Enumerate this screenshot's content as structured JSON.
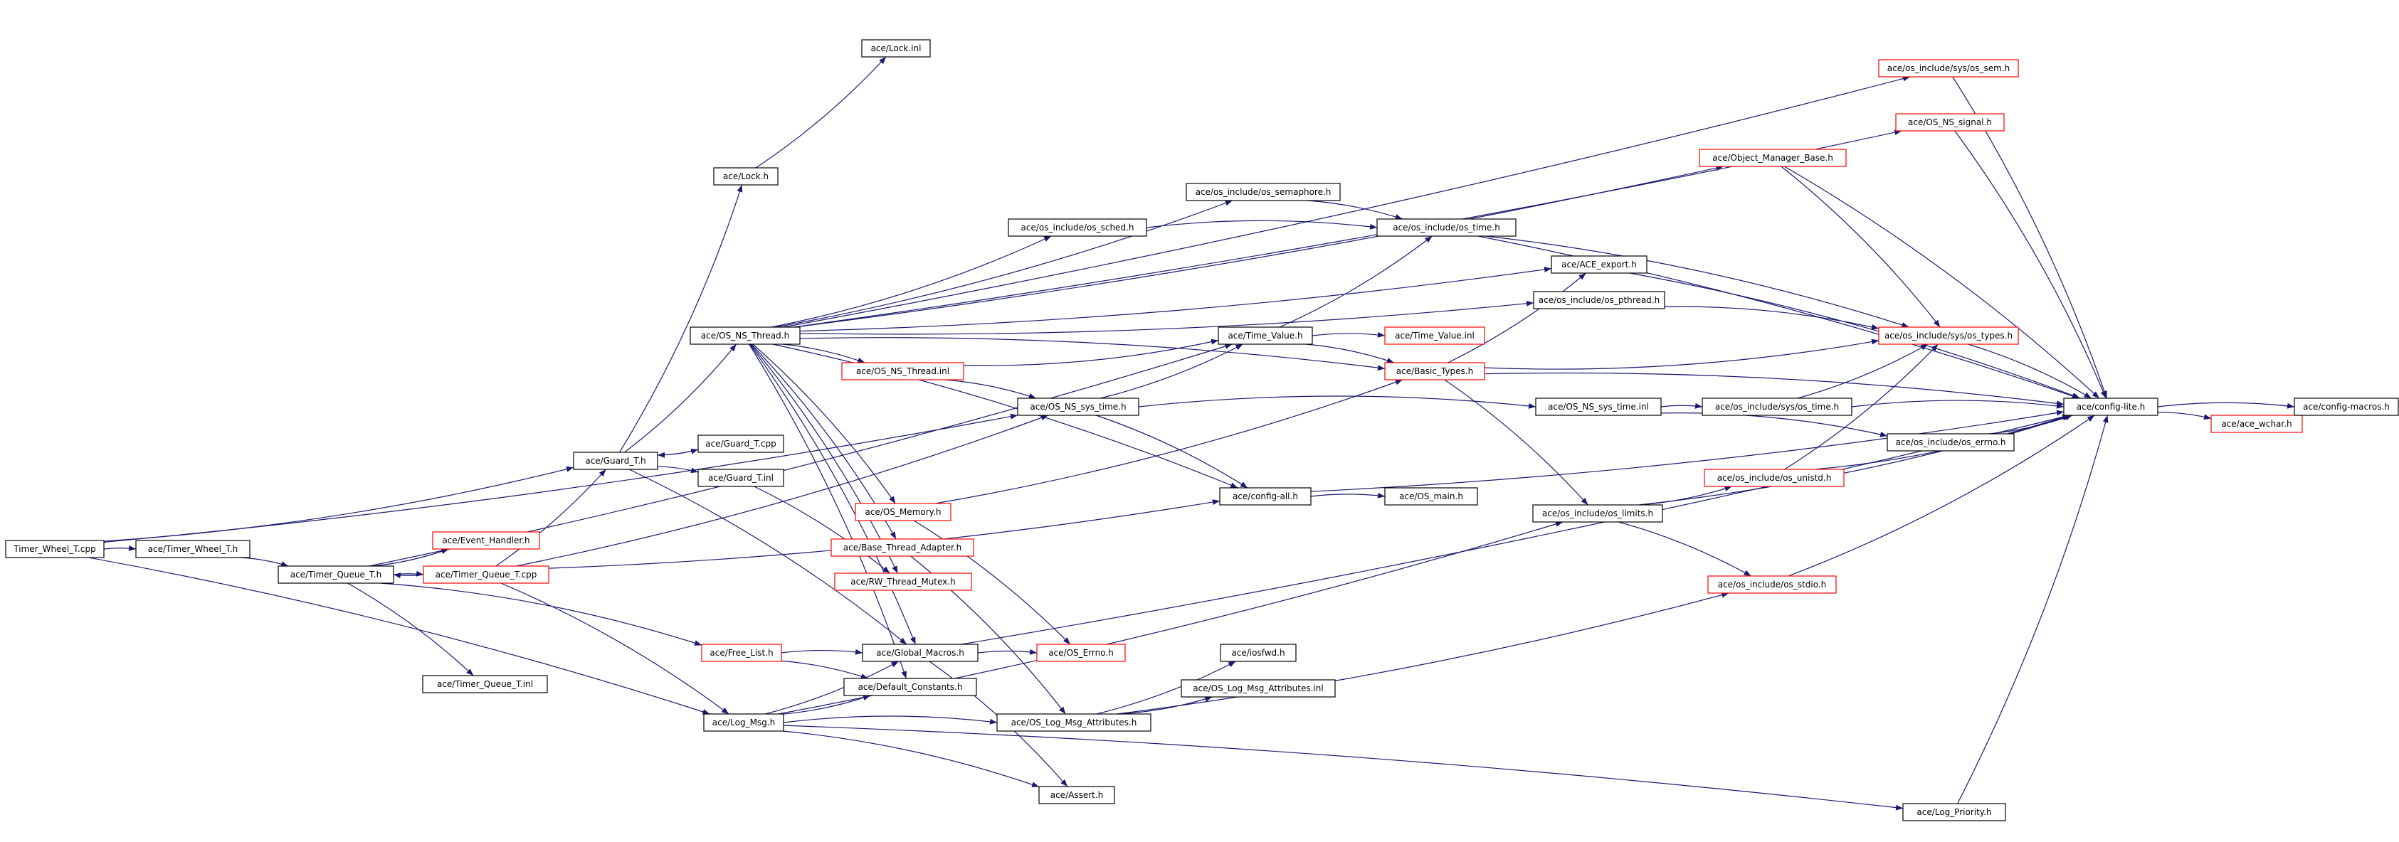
{
  "colors": {
    "edge": "#191970",
    "box_border": "#000000",
    "box_border_incomplete": "#ff0000",
    "root_fill": "#bfbfbf",
    "node_fill": "#ffffff"
  },
  "nodes": [
    {
      "id": "timer_wheel_cpp",
      "label": "Timer_Wheel_T.cpp",
      "style": "root"
    },
    {
      "id": "timer_wheel_h",
      "label": "ace/Timer_Wheel_T.h",
      "style": "normal"
    },
    {
      "id": "timer_queue_h",
      "label": "ace/Timer_Queue_T.h",
      "style": "normal"
    },
    {
      "id": "event_handler",
      "label": "ace/Event_Handler.h",
      "style": "incomplete"
    },
    {
      "id": "timer_queue_cpp",
      "label": "ace/Timer_Queue_T.cpp",
      "style": "incomplete"
    },
    {
      "id": "timer_queue_inl",
      "label": "ace/Timer_Queue_T.inl",
      "style": "normal"
    },
    {
      "id": "guard_h",
      "label": "ace/Guard_T.h",
      "style": "normal"
    },
    {
      "id": "guard_cpp",
      "label": "ace/Guard_T.cpp",
      "style": "normal"
    },
    {
      "id": "guard_inl",
      "label": "ace/Guard_T.inl",
      "style": "normal"
    },
    {
      "id": "lock_h",
      "label": "ace/Lock.h",
      "style": "normal"
    },
    {
      "id": "lock_inl",
      "label": "ace/Lock.inl",
      "style": "normal"
    },
    {
      "id": "os_ns_thread_h",
      "label": "ace/OS_NS_Thread.h",
      "style": "normal"
    },
    {
      "id": "os_ns_thread_inl",
      "label": "ace/OS_NS_Thread.inl",
      "style": "incomplete"
    },
    {
      "id": "os_memory",
      "label": "ace/OS_Memory.h",
      "style": "incomplete"
    },
    {
      "id": "base_thread_adapter",
      "label": "ace/Base_Thread_Adapter.h",
      "style": "incomplete"
    },
    {
      "id": "rw_thread_mutex",
      "label": "ace/RW_Thread_Mutex.h",
      "style": "incomplete"
    },
    {
      "id": "free_list",
      "label": "ace/Free_List.h",
      "style": "incomplete"
    },
    {
      "id": "global_macros",
      "label": "ace/Global_Macros.h",
      "style": "normal"
    },
    {
      "id": "default_constants",
      "label": "ace/Default_Constants.h",
      "style": "normal"
    },
    {
      "id": "log_msg",
      "label": "ace/Log_Msg.h",
      "style": "normal"
    },
    {
      "id": "os_errno",
      "label": "ace/OS_Errno.h",
      "style": "incomplete"
    },
    {
      "id": "iosfwd",
      "label": "ace/iosfwd.h",
      "style": "normal"
    },
    {
      "id": "os_log_msg_attr_inl",
      "label": "ace/OS_Log_Msg_Attributes.inl",
      "style": "normal"
    },
    {
      "id": "os_log_msg_attr_h",
      "label": "ace/OS_Log_Msg_Attributes.h",
      "style": "normal"
    },
    {
      "id": "assert_h",
      "label": "ace/Assert.h",
      "style": "normal"
    },
    {
      "id": "log_priority",
      "label": "ace/Log_Priority.h",
      "style": "normal"
    },
    {
      "id": "os_sched",
      "label": "ace/os_include/os_sched.h",
      "style": "normal"
    },
    {
      "id": "os_semaphore",
      "label": "ace/os_include/os_semaphore.h",
      "style": "normal"
    },
    {
      "id": "os_time",
      "label": "ace/os_include/os_time.h",
      "style": "normal"
    },
    {
      "id": "time_value_h",
      "label": "ace/Time_Value.h",
      "style": "normal"
    },
    {
      "id": "time_value_inl",
      "label": "ace/Time_Value.inl",
      "style": "incomplete"
    },
    {
      "id": "basic_types",
      "label": "ace/Basic_Types.h",
      "style": "incomplete"
    },
    {
      "id": "os_ns_sys_time_h",
      "label": "ace/OS_NS_sys_time.h",
      "style": "normal"
    },
    {
      "id": "config_all",
      "label": "ace/config-all.h",
      "style": "normal"
    },
    {
      "id": "os_main",
      "label": "ace/OS_main.h",
      "style": "normal"
    },
    {
      "id": "ace_export",
      "label": "ace/ACE_export.h",
      "style": "normal"
    },
    {
      "id": "os_pthread",
      "label": "ace/os_include/os_pthread.h",
      "style": "normal"
    },
    {
      "id": "os_ns_sys_time_inl",
      "label": "ace/OS_NS_sys_time.inl",
      "style": "normal"
    },
    {
      "id": "sys_os_time",
      "label": "ace/os_include/sys/os_time.h",
      "style": "normal"
    },
    {
      "id": "os_errno_h",
      "label": "ace/os_include/os_errno.h",
      "style": "normal"
    },
    {
      "id": "os_limits",
      "label": "ace/os_include/os_limits.h",
      "style": "normal"
    },
    {
      "id": "os_unistd",
      "label": "ace/os_include/os_unistd.h",
      "style": "incomplete"
    },
    {
      "id": "os_stdio",
      "label": "ace/os_include/os_stdio.h",
      "style": "incomplete"
    },
    {
      "id": "sys_os_sem",
      "label": "ace/os_include/sys/os_sem.h",
      "style": "incomplete"
    },
    {
      "id": "os_ns_signal",
      "label": "ace/OS_NS_signal.h",
      "style": "incomplete"
    },
    {
      "id": "object_manager_base",
      "label": "ace/Object_Manager_Base.h",
      "style": "incomplete"
    },
    {
      "id": "sys_os_types",
      "label": "ace/os_include/sys/os_types.h",
      "style": "incomplete"
    },
    {
      "id": "config_lite",
      "label": "ace/config-lite.h",
      "style": "normal"
    },
    {
      "id": "ace_wchar",
      "label": "ace/ace_wchar.h",
      "style": "incomplete"
    },
    {
      "id": "config_macros",
      "label": "ace/config-macros.h",
      "style": "normal"
    }
  ],
  "edges": [
    [
      "timer_wheel_cpp",
      "timer_wheel_h"
    ],
    [
      "timer_wheel_cpp",
      "guard_h"
    ],
    [
      "timer_wheel_cpp",
      "os_ns_sys_time_h"
    ],
    [
      "timer_wheel_cpp",
      "log_msg"
    ],
    [
      "timer_wheel_h",
      "timer_queue_h"
    ],
    [
      "timer_queue_h",
      "event_handler"
    ],
    [
      "timer_queue_h",
      "timer_queue_cpp"
    ],
    [
      "timer_queue_h",
      "timer_queue_inl"
    ],
    [
      "timer_queue_h",
      "free_list"
    ],
    [
      "timer_queue_h",
      "time_value_h"
    ],
    [
      "timer_queue_cpp",
      "timer_queue_h"
    ],
    [
      "timer_queue_cpp",
      "guard_h"
    ],
    [
      "timer_queue_cpp",
      "os_ns_sys_time_h"
    ],
    [
      "timer_queue_cpp",
      "log_msg"
    ],
    [
      "timer_queue_cpp",
      "config_all"
    ],
    [
      "guard_h",
      "lock_h"
    ],
    [
      "guard_h",
      "guard_cpp"
    ],
    [
      "guard_h",
      "guard_inl"
    ],
    [
      "guard_h",
      "os_ns_thread_h"
    ],
    [
      "guard_h",
      "global_macros"
    ],
    [
      "guard_cpp",
      "guard_h"
    ],
    [
      "guard_inl",
      "rw_thread_mutex"
    ],
    [
      "lock_h",
      "lock_inl"
    ],
    [
      "os_ns_thread_h",
      "os_ns_thread_inl"
    ],
    [
      "os_ns_thread_h",
      "os_memory"
    ],
    [
      "os_ns_thread_h",
      "base_thread_adapter"
    ],
    [
      "os_ns_thread_h",
      "rw_thread_mutex"
    ],
    [
      "os_ns_thread_h",
      "global_macros"
    ],
    [
      "os_ns_thread_h",
      "default_constants"
    ],
    [
      "os_ns_thread_h",
      "os_sched"
    ],
    [
      "os_ns_thread_h",
      "os_semaphore"
    ],
    [
      "os_ns_thread_h",
      "ace_export"
    ],
    [
      "os_ns_thread_h",
      "os_pthread"
    ],
    [
      "os_ns_thread_h",
      "basic_types"
    ],
    [
      "os_ns_thread_h",
      "config_all"
    ],
    [
      "os_ns_thread_h",
      "sys_os_sem"
    ],
    [
      "os_ns_thread_h",
      "os_ns_signal"
    ],
    [
      "os_ns_thread_h",
      "object_manager_base"
    ],
    [
      "os_ns_thread_inl",
      "time_value_h"
    ],
    [
      "os_ns_thread_inl",
      "os_ns_sys_time_h"
    ],
    [
      "os_memory",
      "os_errno"
    ],
    [
      "os_memory",
      "basic_types"
    ],
    [
      "base_thread_adapter",
      "os_log_msg_attr_h"
    ],
    [
      "free_list",
      "global_macros"
    ],
    [
      "free_list",
      "default_constants"
    ],
    [
      "global_macros",
      "os_errno"
    ],
    [
      "global_macros",
      "assert_h"
    ],
    [
      "global_macros",
      "config_lite"
    ],
    [
      "log_msg",
      "global_macros"
    ],
    [
      "log_msg",
      "default_constants"
    ],
    [
      "log_msg",
      "os_log_msg_attr_h"
    ],
    [
      "log_msg",
      "assert_h"
    ],
    [
      "log_msg",
      "log_priority"
    ],
    [
      "log_msg",
      "os_limits"
    ],
    [
      "os_log_msg_attr_h",
      "iosfwd"
    ],
    [
      "os_log_msg_attr_h",
      "os_log_msg_attr_inl"
    ],
    [
      "os_log_msg_attr_h",
      "os_stdio"
    ],
    [
      "log_priority",
      "config_lite"
    ],
    [
      "os_sched",
      "os_time"
    ],
    [
      "os_semaphore",
      "os_time"
    ],
    [
      "os_time",
      "sys_os_types"
    ],
    [
      "os_time",
      "config_lite"
    ],
    [
      "time_value_h",
      "time_value_inl"
    ],
    [
      "time_value_h",
      "basic_types"
    ],
    [
      "time_value_h",
      "os_time"
    ],
    [
      "os_ns_sys_time_h",
      "time_value_h"
    ],
    [
      "os_ns_sys_time_h",
      "os_ns_sys_time_inl"
    ],
    [
      "os_ns_sys_time_h",
      "config_all"
    ],
    [
      "config_all",
      "os_main"
    ],
    [
      "config_all",
      "config_lite"
    ],
    [
      "basic_types",
      "ace_export"
    ],
    [
      "basic_types",
      "sys_os_types"
    ],
    [
      "basic_types",
      "os_limits"
    ],
    [
      "basic_types",
      "config_lite"
    ],
    [
      "ace_export",
      "config_lite"
    ],
    [
      "os_pthread",
      "sys_os_types"
    ],
    [
      "os_ns_sys_time_inl",
      "sys_os_time"
    ],
    [
      "os_ns_sys_time_inl",
      "os_errno_h"
    ],
    [
      "sys_os_time",
      "sys_os_types"
    ],
    [
      "sys_os_time",
      "config_lite"
    ],
    [
      "os_errno_h",
      "config_lite"
    ],
    [
      "os_limits",
      "os_unistd"
    ],
    [
      "os_limits",
      "os_stdio"
    ],
    [
      "os_limits",
      "config_lite"
    ],
    [
      "os_unistd",
      "sys_os_types"
    ],
    [
      "os_unistd",
      "config_lite"
    ],
    [
      "os_stdio",
      "config_lite"
    ],
    [
      "sys_os_sem",
      "config_lite"
    ],
    [
      "os_ns_signal",
      "config_lite"
    ],
    [
      "object_manager_base",
      "sys_os_types"
    ],
    [
      "object_manager_base",
      "config_lite"
    ],
    [
      "sys_os_types",
      "config_lite"
    ],
    [
      "config_lite",
      "ace_wchar"
    ],
    [
      "config_lite",
      "config_macros"
    ],
    [
      "ace_wchar",
      "config_macros"
    ]
  ]
}
